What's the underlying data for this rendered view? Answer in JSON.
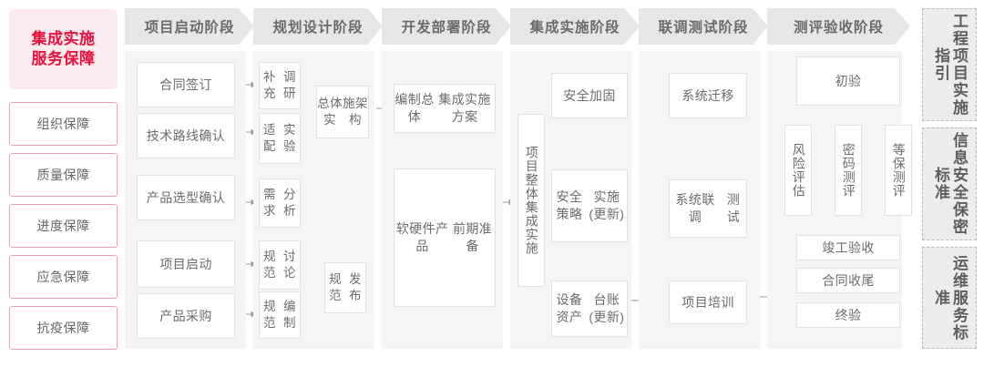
{
  "brand": {
    "line1": "集成实施",
    "line2": "服务保障"
  },
  "guarantees": [
    {
      "label": "组织保障"
    },
    {
      "label": "质量保障"
    },
    {
      "label": "进度保障"
    },
    {
      "label": "应急保障"
    },
    {
      "label": "抗疫保障"
    }
  ],
  "stages": [
    {
      "id": "start",
      "header": "项目启动阶段"
    },
    {
      "id": "planning",
      "header": "规划设计阶段"
    },
    {
      "id": "develop",
      "header": "开发部署阶段"
    },
    {
      "id": "integrate",
      "header": "集成实施阶段"
    },
    {
      "id": "joint",
      "header": "联调测试阶段"
    },
    {
      "id": "accept",
      "header": "测评验收阶段"
    }
  ],
  "nodes": {
    "start": [
      {
        "label": "合同签订"
      },
      {
        "label": "技术路线确认"
      },
      {
        "label": "产品选型确认"
      },
      {
        "label": "项目启动"
      },
      {
        "label": "产品采购"
      }
    ],
    "planning": [
      {
        "label": "补充\n调研"
      },
      {
        "label": "适配\n实验"
      },
      {
        "label": "需求\n分析"
      },
      {
        "label": "规范\n讨论"
      },
      {
        "label": "规范\n编制"
      },
      {
        "label": "总体实\n施架构"
      },
      {
        "label": "规范\n发布"
      }
    ],
    "develop": [
      {
        "label": "编制总体\n集成实施方案"
      },
      {
        "label": "软硬件产品\n前期准备"
      }
    ],
    "integrate": [
      {
        "label": "项目整体集成实施"
      },
      {
        "label": "安全加固"
      },
      {
        "label": "安全策略\n实施(更新)"
      },
      {
        "label": "设备资产\n台账(更新)"
      }
    ],
    "joint": [
      {
        "label": "系统迁移"
      },
      {
        "label": "系统联调\n测试"
      },
      {
        "label": "项目培训"
      }
    ],
    "accept": [
      {
        "label": "初验"
      },
      {
        "label": "风险评估"
      },
      {
        "label": "密码测评"
      },
      {
        "label": "等保测评"
      },
      {
        "label": "竣工验收"
      },
      {
        "label": "合同收尾"
      },
      {
        "label": "终验"
      }
    ]
  },
  "standards": [
    {
      "label": "工程项目实施指引"
    },
    {
      "label": "信息安全保密标准"
    },
    {
      "label": "运维服务标准"
    }
  ],
  "colors": {
    "brand_text": "#e8103c",
    "brand_bg": "#fdeaef",
    "guarantee_border": "#e8a3b6",
    "header_bg": "#e6e6e6",
    "panel_bg": "#f5f5f5",
    "box_border": "#e2e2e2",
    "connector": "#9a9a9a",
    "rail_bg": "#ececec"
  }
}
